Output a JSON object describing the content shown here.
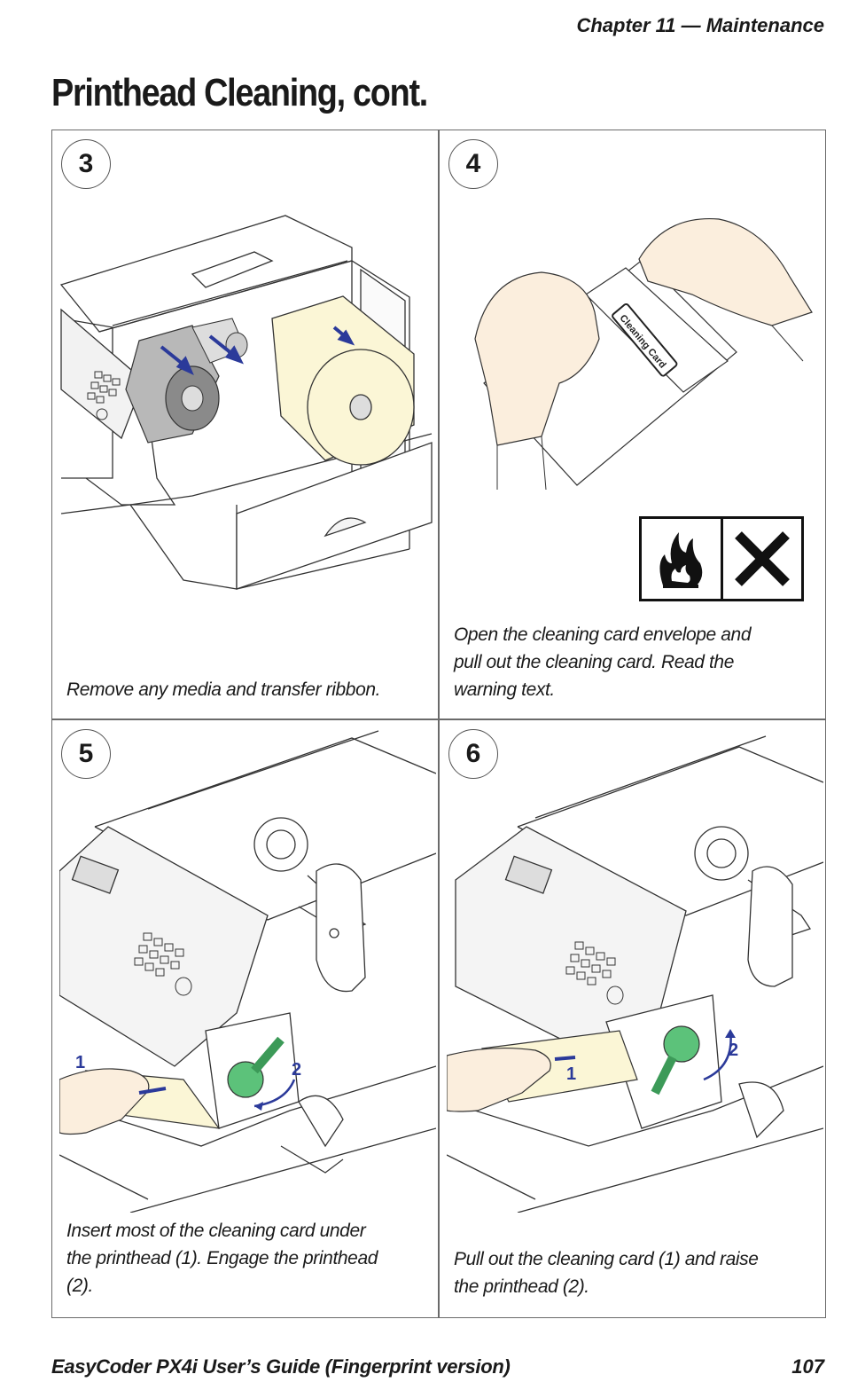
{
  "header": {
    "chapter": "Chapter 11 — Maintenance"
  },
  "page_title": "Printhead Cleaning, cont.",
  "steps": [
    {
      "number": "3",
      "caption": "Remove any media and transfer ribbon.",
      "illustration": "printer-open-media-ribbon-removal"
    },
    {
      "number": "4",
      "caption_lines": [
        "Open the cleaning card envelope and",
        "pull out the cleaning card. Read the",
        "warning text."
      ],
      "card_label": "Cleaning Card",
      "warning_icons": [
        "flammable-icon",
        "harmful-x-icon"
      ]
    },
    {
      "number": "5",
      "caption_lines": [
        "Insert most of the cleaning card under",
        "the printhead (1). Engage the printhead",
        "(2)."
      ],
      "callouts": [
        "1",
        "2"
      ]
    },
    {
      "number": "6",
      "caption_lines": [
        "Pull out the cleaning card (1) and raise",
        "the printhead (2)."
      ],
      "callouts": [
        "1",
        "2"
      ]
    }
  ],
  "footer": {
    "title": "EasyCoder PX4i User’s Guide (Fingerprint version)",
    "page": "107"
  },
  "colors": {
    "arrow_blue": "#2b3a9a",
    "media_cream": "#fbf6d6",
    "hand_skin": "#fbeedd",
    "knob_green": "#5cc27a",
    "ribbon_gray": "#b8b8b8"
  }
}
